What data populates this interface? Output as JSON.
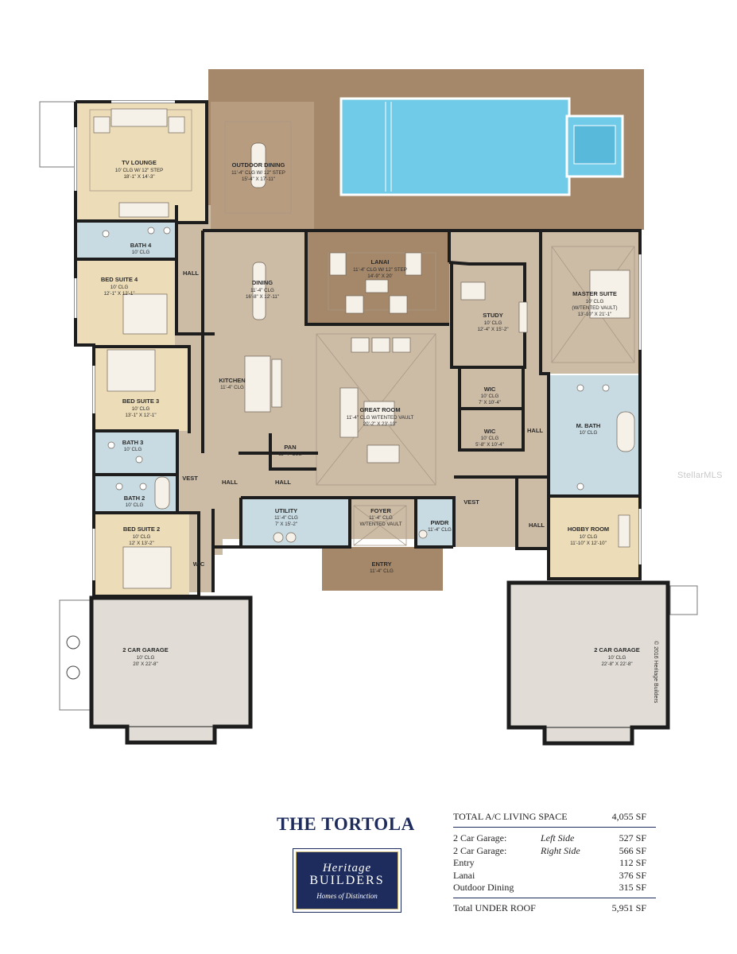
{
  "title": "THE TORTOLA",
  "logo": {
    "line1": "Heritage",
    "line2": "BUILDERS",
    "tagline": "Homes of Distinction"
  },
  "watermark": "StellarMLS",
  "copyright": "© 2016 Heritage Builders",
  "rooms": [
    {
      "id": "tv-lounge",
      "name": "TV LOUNGE",
      "lines": [
        "10' CLG W/ 12\" STEP",
        "18'-1\" X 14'-3\""
      ]
    },
    {
      "id": "outdoor-dining",
      "name": "OUTDOOR DINING",
      "lines": [
        "11'-4\" CLG W/ 12\" STEP",
        "15'-4\" X 17'-11\""
      ]
    },
    {
      "id": "bath-4",
      "name": "BATH 4",
      "lines": [
        "10' CLG"
      ]
    },
    {
      "id": "bed-suite-4",
      "name": "BED SUITE 4",
      "lines": [
        "10' CLG",
        "12'-1\" X 12'-1\""
      ]
    },
    {
      "id": "hall-1",
      "name": "HALL",
      "lines": []
    },
    {
      "id": "dining",
      "name": "DINING",
      "lines": [
        "11'-4\" CLG",
        "16'-8\" X 12'-11\""
      ]
    },
    {
      "id": "lanai",
      "name": "LANAI",
      "lines": [
        "11'-4\" CLG W/ 12\" STEP",
        "14'-9\" X 20'"
      ]
    },
    {
      "id": "study",
      "name": "STUDY",
      "lines": [
        "10' CLG",
        "12'-4\" X 15'-2\""
      ]
    },
    {
      "id": "master-suite",
      "name": "MASTER SUITE",
      "lines": [
        "10' CLG",
        "(W/TENTED VAULT)",
        "13'-10\" X 21'-1\""
      ]
    },
    {
      "id": "bed-suite-3",
      "name": "BED SUITE 3",
      "lines": [
        "10' CLG",
        "13'-1\" X 12'-1\""
      ]
    },
    {
      "id": "kitchen",
      "name": "KITCHEN",
      "lines": [
        "11'-4\" CLG"
      ]
    },
    {
      "id": "great-room",
      "name": "GREAT ROOM",
      "lines": [
        "11'-4\" CLG W/TENTED VAULT",
        "20'-2\" X 23'-10\""
      ]
    },
    {
      "id": "wic-1",
      "name": "WIC",
      "lines": [
        "10' CLG",
        "7' X 10'-4\""
      ]
    },
    {
      "id": "wic-2",
      "name": "WIC",
      "lines": [
        "10' CLG",
        "5'-8\" X 10'-4\""
      ]
    },
    {
      "id": "m-bath",
      "name": "M. BATH",
      "lines": [
        "10' CLG"
      ]
    },
    {
      "id": "hall-2",
      "name": "HALL",
      "lines": []
    },
    {
      "id": "bath-3",
      "name": "BATH 3",
      "lines": [
        "10' CLG"
      ]
    },
    {
      "id": "pan",
      "name": "PAN",
      "lines": [
        "11'-4\" CLG"
      ]
    },
    {
      "id": "vest-1",
      "name": "VEST",
      "lines": []
    },
    {
      "id": "hall-3",
      "name": "HALL",
      "lines": []
    },
    {
      "id": "hall-4",
      "name": "HALL",
      "lines": []
    },
    {
      "id": "bath-2",
      "name": "BATH 2",
      "lines": [
        "10' CLG"
      ]
    },
    {
      "id": "utility",
      "name": "UTILITY",
      "lines": [
        "11'-4\" CLG",
        "7' X 15'-2\""
      ]
    },
    {
      "id": "foyer",
      "name": "FOYER",
      "lines": [
        "11'-4\" CLG",
        "W/TENTED VAULT"
      ]
    },
    {
      "id": "pwdr",
      "name": "PWDR",
      "lines": [
        "11'-4\" CLG"
      ]
    },
    {
      "id": "vest-2",
      "name": "VEST",
      "lines": []
    },
    {
      "id": "hall-5",
      "name": "HALL",
      "lines": []
    },
    {
      "id": "hobby-room",
      "name": "HOBBY ROOM",
      "lines": [
        "10' CLG",
        "11'-10\" X 12'-10\""
      ]
    },
    {
      "id": "bed-suite-2",
      "name": "BED SUITE 2",
      "lines": [
        "10' CLG",
        "12' X 13'-2\""
      ]
    },
    {
      "id": "wic-3",
      "name": "WIC",
      "lines": []
    },
    {
      "id": "entry",
      "name": "ENTRY",
      "lines": [
        "11'-4\" CLG"
      ]
    },
    {
      "id": "garage-left",
      "name": "2 CAR GARAGE",
      "lines": [
        "10' CLG",
        "20' X 22'-8\""
      ]
    },
    {
      "id": "garage-right",
      "name": "2 CAR GARAGE",
      "lines": [
        "10' CLG",
        "22'-8\" X 22'-8\""
      ]
    }
  ],
  "square_footage": {
    "total_ac": {
      "label": "TOTAL A/C LIVING SPACE",
      "value": "4,055 SF"
    },
    "items": [
      {
        "label": "2 Car Garage:",
        "side": "Left Side",
        "value": "527 SF"
      },
      {
        "label": "2 Car Garage:",
        "side": "Right Side",
        "value": "566 SF"
      },
      {
        "label": "Entry",
        "side": "",
        "value": "112 SF"
      },
      {
        "label": "Lanai",
        "side": "",
        "value": "376 SF"
      },
      {
        "label": "Outdoor Dining",
        "side": "",
        "value": "315 SF"
      }
    ],
    "total_under_roof": {
      "label": "Total UNDER ROOF",
      "value": "5,951 SF"
    }
  },
  "colors": {
    "deck": "#a5886a",
    "tile": "#ccbca6",
    "carpet": "#ecdcb8",
    "bath": "#c9dbe2",
    "pool": "#6fcbe8",
    "garage": "#e1ddd6",
    "wall": "#1d1d1d",
    "navy": "#1d2c5c"
  }
}
